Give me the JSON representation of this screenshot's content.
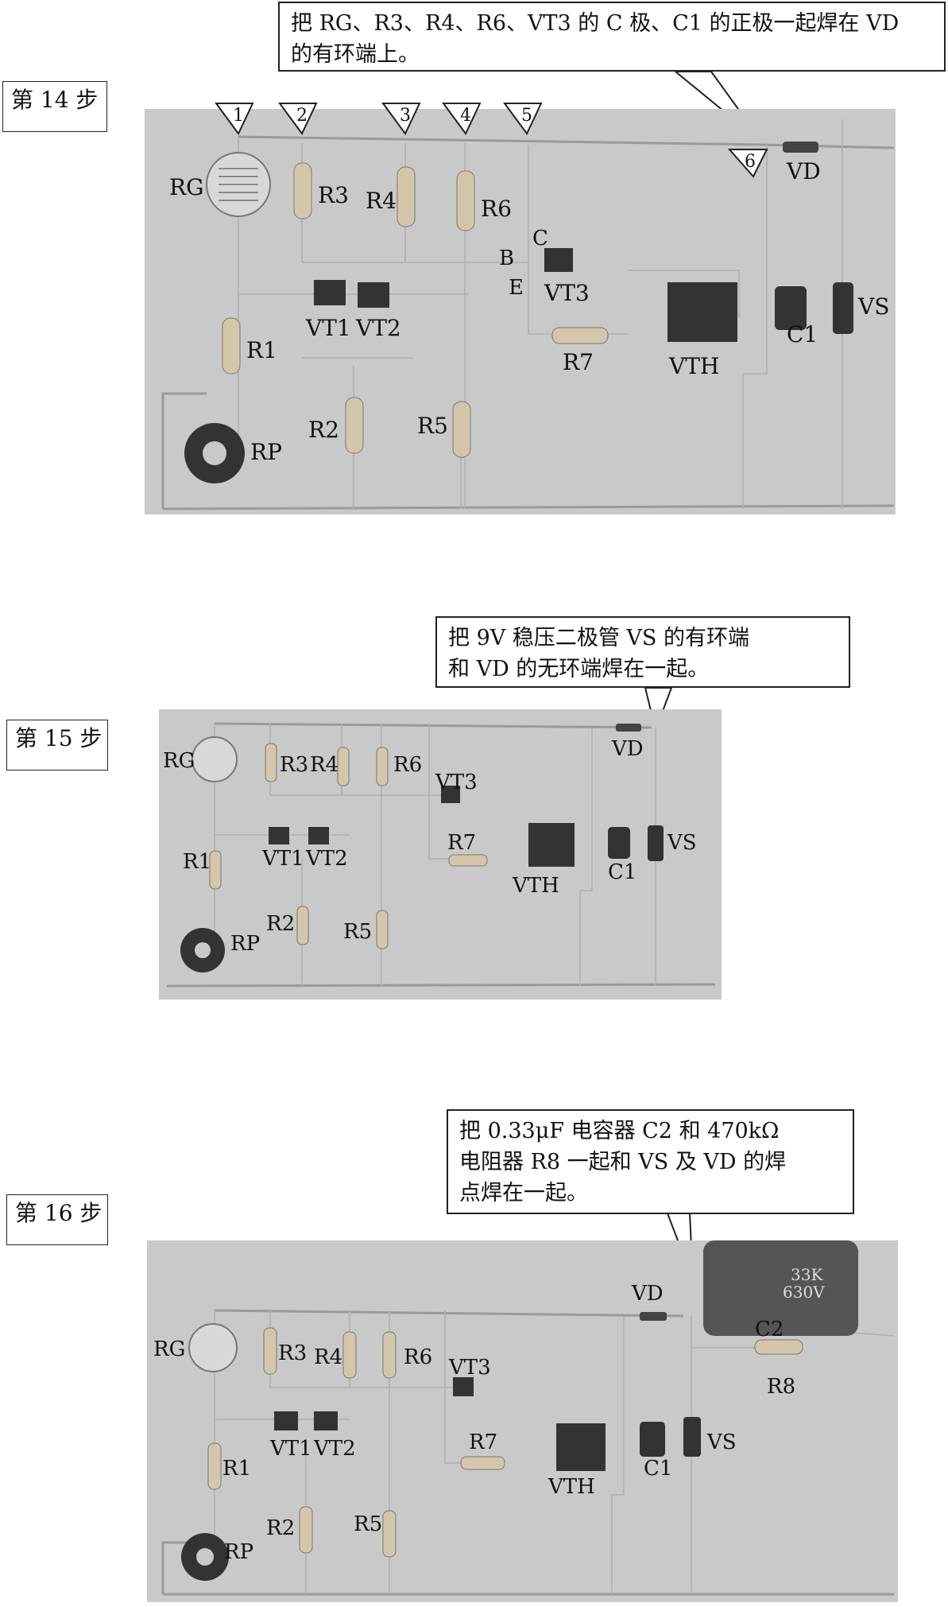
{
  "steps": {
    "s14": {
      "label": "第 14 步",
      "note_line1": "把 RG、R3、R4、R6、VT3 的 C 极、C1 的正极一起焊在 VD",
      "note_line2": "的有环端上。",
      "markers": [
        "1",
        "2",
        "3",
        "4",
        "5",
        "6"
      ],
      "labels": {
        "rg": "RG",
        "r3": "R3",
        "r4": "R4",
        "r6": "R6",
        "r1": "R1",
        "r2": "R2",
        "r5": "R5",
        "r7": "R7",
        "rp": "RP",
        "vt1": "VT1",
        "vt2": "VT2",
        "vt3": "VT3",
        "vth": "VTH",
        "c1": "C1",
        "vd": "VD",
        "vs": "VS",
        "pin_c": "C",
        "pin_b": "B",
        "pin_e": "E"
      }
    },
    "s15": {
      "label": "第 15 步",
      "note_line1": "把 9V 稳压二极管 VS 的有环端",
      "note_line2": "和 VD 的无环端焊在一起。",
      "labels": {
        "rg": "RG",
        "r3": "R3",
        "r4": "R4",
        "r6": "R6",
        "r1": "R1",
        "r2": "R2",
        "r5": "R5",
        "r7": "R7",
        "rp": "RP",
        "vt1": "VT1",
        "vt2": "VT2",
        "vt3": "VT3",
        "vth": "VTH",
        "c1": "C1",
        "vd": "VD",
        "vs": "VS"
      }
    },
    "s16": {
      "label": "第 16 步",
      "note_line1": "把 0.33μF 电容器 C2 和 470kΩ",
      "note_line2": "电阻器 R8 一起和 VS 及 VD 的焊",
      "note_line3": "点焊在一起。",
      "cap_marking_top": "33K",
      "cap_marking_bottom": "630V",
      "labels": {
        "rg": "RG",
        "r3": "R3",
        "r4": "R4",
        "r6": "R6",
        "r1": "R1",
        "r2": "R2",
        "r5": "R5",
        "r7": "R7",
        "rp": "RP",
        "r8": "R8",
        "vt1": "VT1",
        "vt2": "VT2",
        "vt3": "VT3",
        "vth": "VTH",
        "c1": "C1",
        "c2": "C2",
        "vd": "VD",
        "vs": "VS"
      }
    }
  },
  "colors": {
    "board": "#c9c9c9",
    "wire": "#9a9a9a",
    "component_dark": "#333333"
  }
}
